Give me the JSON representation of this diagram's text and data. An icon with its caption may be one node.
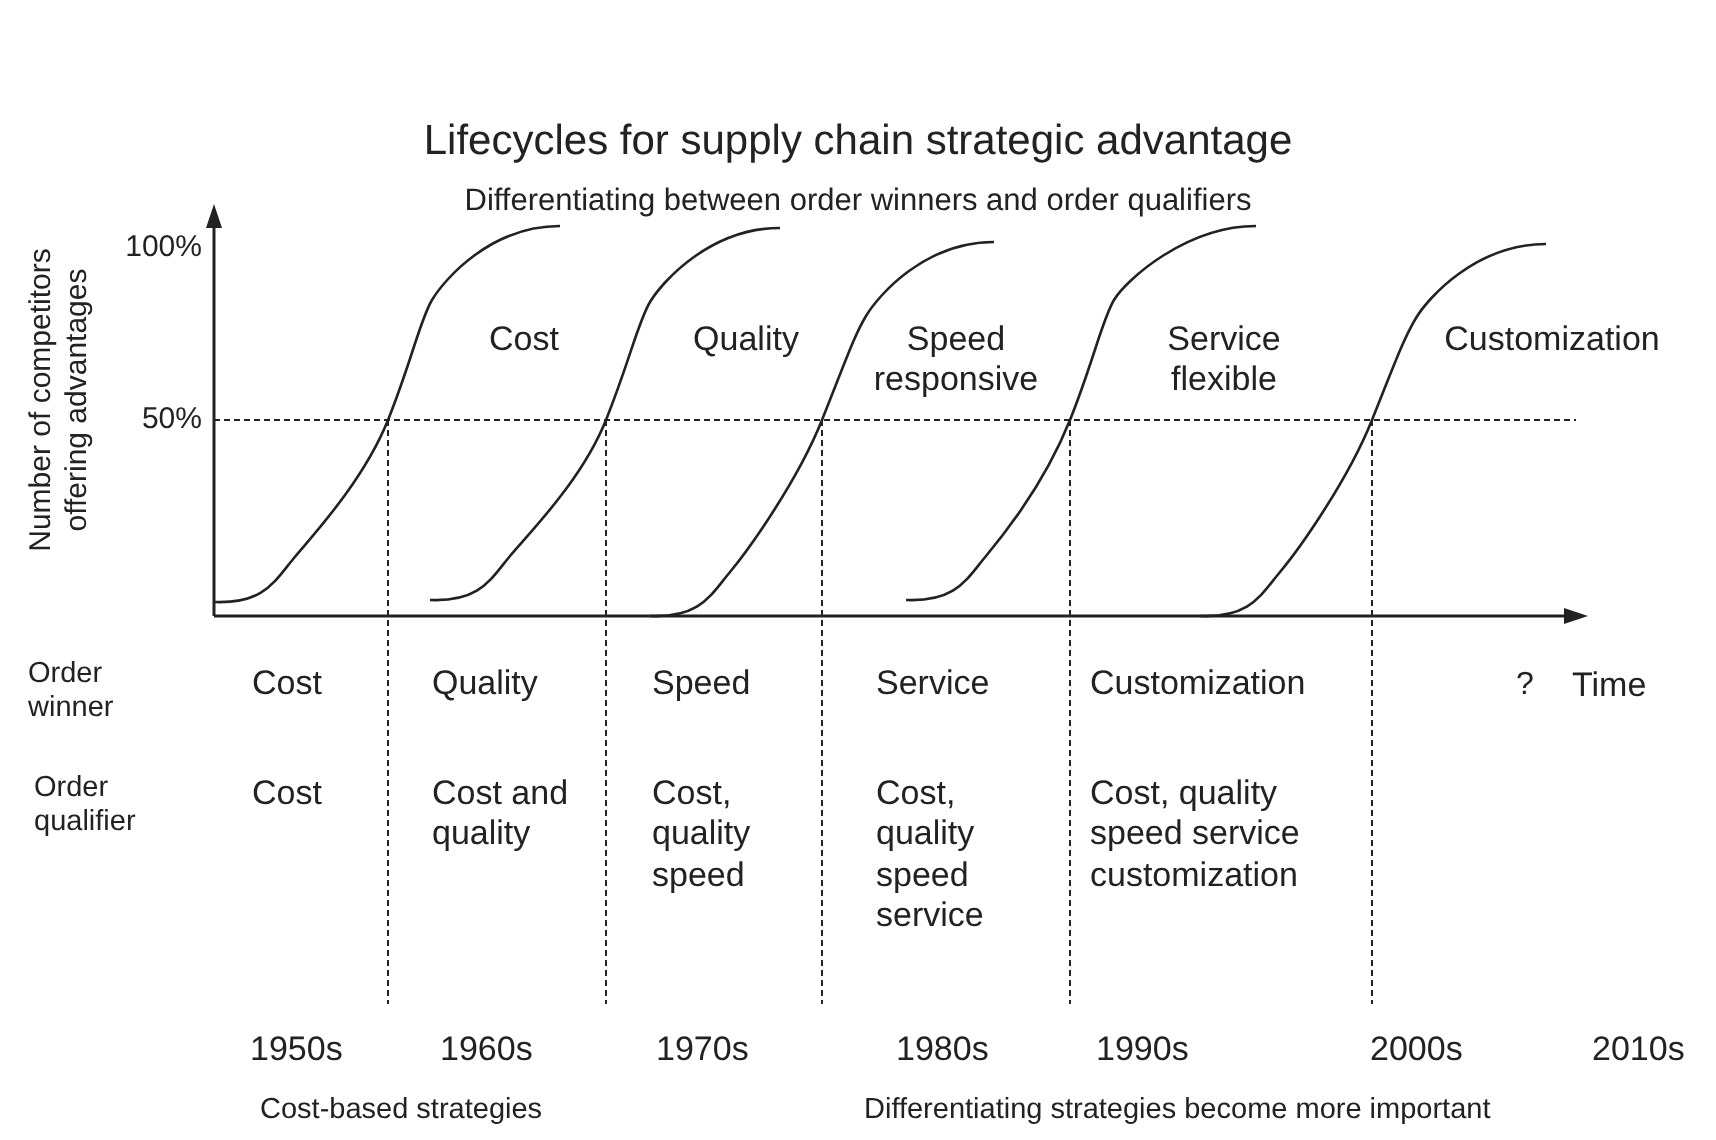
{
  "diagram": {
    "title": "Lifecycles for supply chain strategic advantage",
    "labels": [
      "Differentiating between order winners and order qualifiers",
      "Number of competitors offering advantages",
      "100%",
      "Cost",
      "Quality",
      "Speed responsive",
      "Service flexible",
      "Customization",
      "50%",
      "Order winner",
      "Cost",
      "Quality",
      "Speed",
      "Service",
      "Customization",
      "?",
      "Time",
      "Order qualifier",
      "Cost",
      "Cost and quality",
      "Cost, quality speed",
      "Cost, quality speed service",
      "Cost, quality speed service customization",
      "1950s",
      "1960s",
      "1970s",
      "1980s",
      "1990s",
      "2000s",
      "2010s",
      "Cost-based strategies",
      "Differentiating strategies become more important"
    ]
  }
}
